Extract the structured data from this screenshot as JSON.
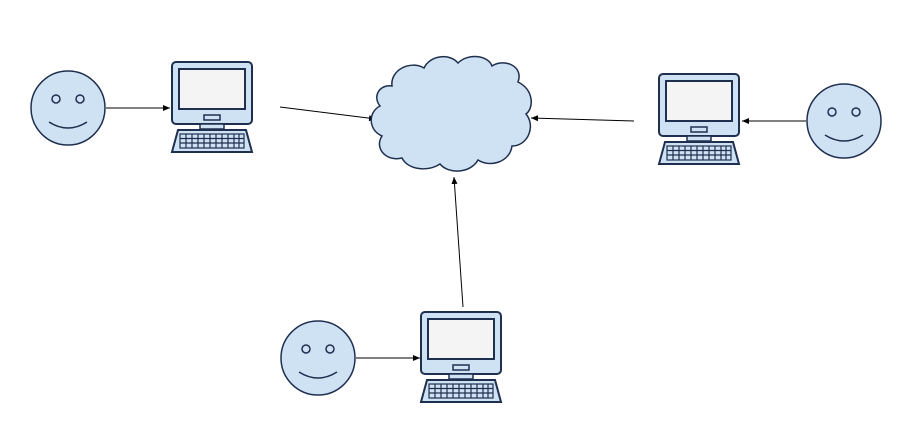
{
  "diagram": {
    "type": "network",
    "nodes": [
      {
        "id": "user-left",
        "icon": "smiley-face-icon"
      },
      {
        "id": "computer-left",
        "icon": "desktop-computer-icon"
      },
      {
        "id": "cloud",
        "icon": "cloud-icon"
      },
      {
        "id": "computer-right",
        "icon": "desktop-computer-icon"
      },
      {
        "id": "user-right",
        "icon": "smiley-face-icon"
      },
      {
        "id": "user-bottom",
        "icon": "smiley-face-icon"
      },
      {
        "id": "computer-bottom",
        "icon": "desktop-computer-icon"
      }
    ],
    "edges": [
      {
        "from": "user-left",
        "to": "computer-left"
      },
      {
        "from": "computer-left",
        "to": "cloud"
      },
      {
        "from": "user-right",
        "to": "computer-right"
      },
      {
        "from": "computer-right",
        "to": "cloud"
      },
      {
        "from": "user-bottom",
        "to": "computer-bottom"
      },
      {
        "from": "computer-bottom",
        "to": "cloud"
      }
    ]
  },
  "colors": {
    "fill": "#cfe2f3",
    "stroke": "#1f2f4f",
    "line": "#000000",
    "screen": "#f4f4f4",
    "background": "#ffffff"
  }
}
